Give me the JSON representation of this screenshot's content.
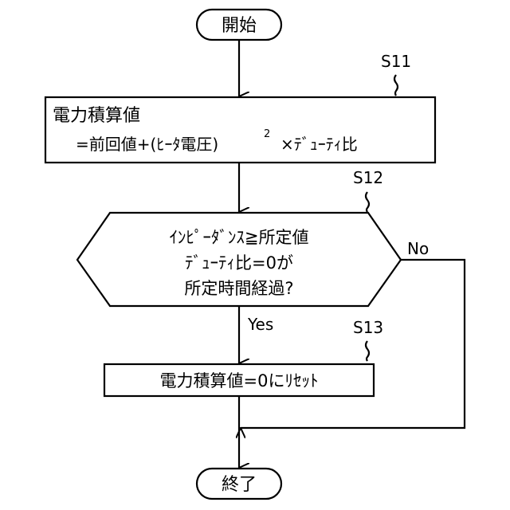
{
  "start": {
    "label": "開始"
  },
  "end": {
    "label": "終了"
  },
  "steps": {
    "s11": {
      "id": "S11",
      "line1": "電力積算値",
      "line2_prefix": "=前回値+(ﾋｰﾀ電圧)",
      "line2_sup": "2",
      "line2_suffix": "×ﾃﾞｭｰﾃｨ比"
    },
    "s12": {
      "id": "S12",
      "line1": "ｲﾝﾋﾟｰﾀﾞﾝｽ≧所定値",
      "line2": "ﾃﾞｭｰﾃｨ比=0が",
      "line3": "所定時間経過?"
    },
    "s13": {
      "id": "S13",
      "label": "電力積算値=0にﾘｾｯﾄ"
    }
  },
  "branches": {
    "yes": "Yes",
    "no": "No"
  }
}
